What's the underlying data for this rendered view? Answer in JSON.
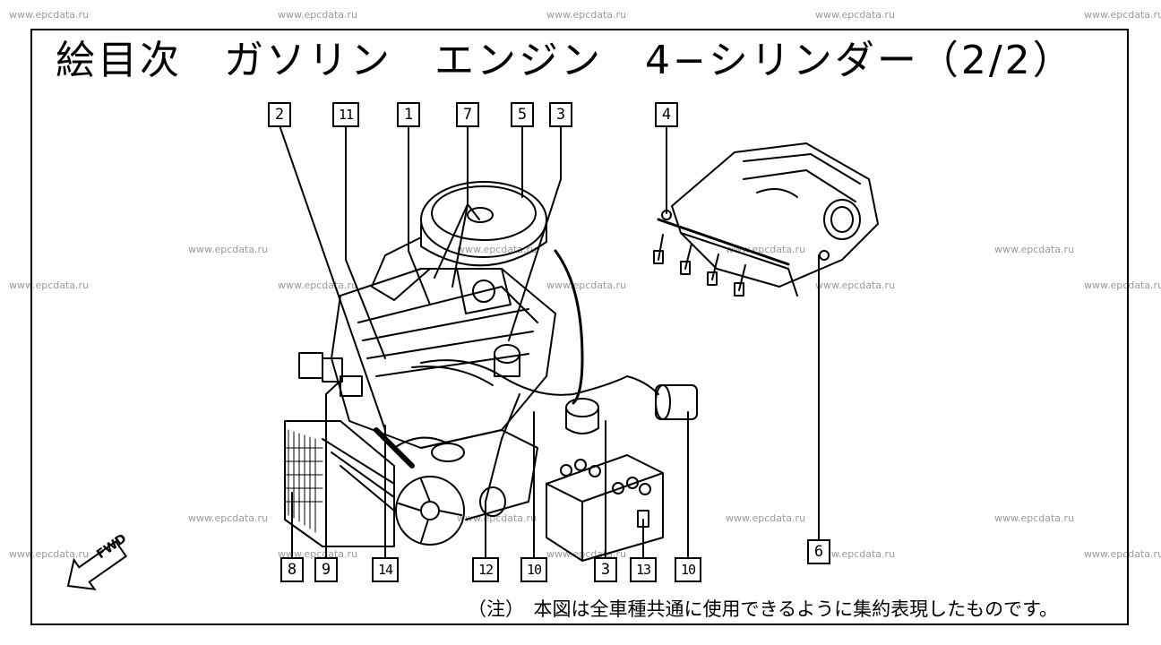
{
  "watermark": "www.epcdata.ru",
  "title": "絵目次　ガソリン　エンジン　4−シリンダー（2/2）",
  "note": "（注）　本図は全車種共通に使用できるように集約表現したものです。",
  "fwd_label": "FWD",
  "callouts_top": [
    "2",
    "11",
    "1",
    "7",
    "5",
    "3",
    "4"
  ],
  "callouts_bottom": [
    "8",
    "9",
    "14",
    "12",
    "10",
    "3",
    "13",
    "10",
    "6"
  ]
}
